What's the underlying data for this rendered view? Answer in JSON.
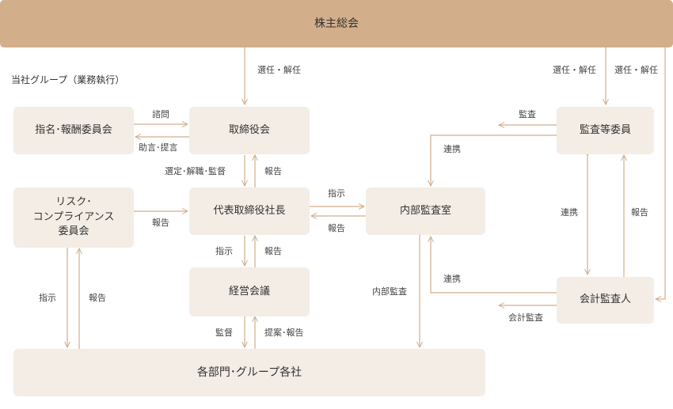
{
  "nodes": {
    "shareholders": "株主総会",
    "nomination": "指名･報酬委員会",
    "board": "取締役会",
    "audit_committee": "監査等委員",
    "risk": "リスク･\nコンプライアンス\n委員会",
    "president": "代表取締役社長",
    "internal_audit": "内部監査室",
    "management": "経営会議",
    "auditor": "会計監査人",
    "divisions": "各部門･グループ各社"
  },
  "group_label": "当社グループ（業務執行）",
  "labels": {
    "elect_board": "選任・解任",
    "elect_audit": "選任・解任",
    "elect_auditor": "選任・解任",
    "inquiry": "諮問",
    "advice": "助言･提言",
    "audit_to_ia": "監査",
    "coop_ac_ia": "連携",
    "select_supervise": "選定･解職･監督",
    "report_pres_board": "報告",
    "instruct_pres_ia": "指示",
    "report_ia_pres": "報告",
    "report_risk_pres": "報告",
    "coop_ac_auditor": "連携",
    "report_auditor_ac": "報告",
    "instruct_pres_mgmt": "指示",
    "report_mgmt_pres": "報告",
    "instruct_risk_div": "指示",
    "report_div_risk": "報告",
    "internal_audit_div": "内部監査",
    "coop_auditor_ia": "連携",
    "accounting_audit": "会計監査",
    "supervise_mgmt_div": "監督",
    "proposal_report": "提案･報告"
  },
  "colors": {
    "line": "#d2ae8a",
    "header": "#d2ae8a",
    "box": "#f3ede6"
  }
}
